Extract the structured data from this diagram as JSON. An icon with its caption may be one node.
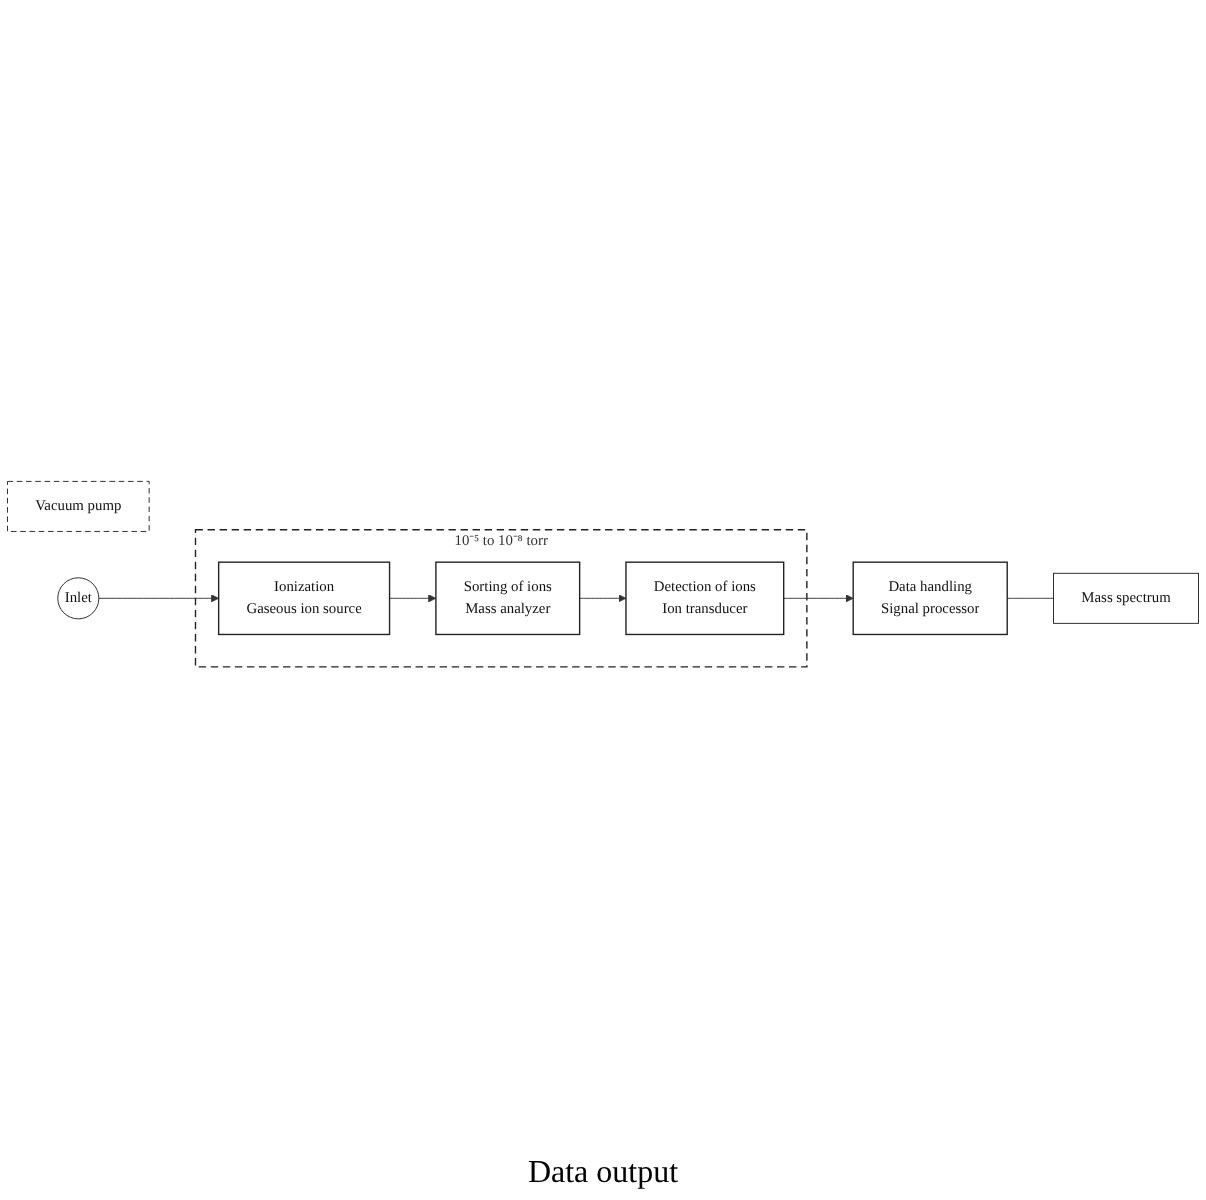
{
  "diagram": {
    "nodes": [
      {
        "text": [
          "10⁻⁵ to 10⁻⁸ torr"
        ]
      },
      {
        "text": [
          "Ionization",
          "Gaseous ion source"
        ],
        "in": 0
      },
      {
        "text": [
          "Sorting of ions",
          "Mass analyzer"
        ],
        "in": 0
      },
      {
        "text": [
          "Detection of ions",
          "Ion transducer"
        ],
        "in": 0
      },
      {
        "text": [
          "Vacuum pump"
        ]
      },
      {
        "text": [
          "Data handling",
          "Signal processor"
        ]
      },
      {
        "text": [
          "Inlet"
        ]
      },
      {
        "text": [
          "Mass spectrum"
        ]
      }
    ],
    "edges": [
      {
        "from": 6,
        "to": 1,
        "arrow": "to"
      },
      {
        "from": 1,
        "to": 2,
        "arrow": "to"
      },
      {
        "from": 2,
        "to": 3,
        "arrow": "to"
      },
      {
        "from": 3,
        "to": 5,
        "arrow": "to"
      },
      {
        "from": 5,
        "to": 7,
        "arrow": "none"
      }
    ],
    "labels": [
      "Data output"
    ]
  }
}
